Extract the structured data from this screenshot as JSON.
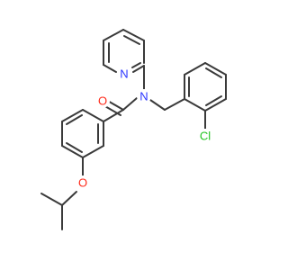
{
  "molecule": {
    "atoms": {
      "oxygen_carbonyl": {
        "label": "O",
        "color": "#ff2a1a"
      },
      "nitrogen_amide": {
        "label": "N",
        "color": "#2a35ff"
      },
      "nitrogen_pyridine": {
        "label": "N",
        "color": "#2a35ff"
      },
      "chlorine": {
        "label": "Cl",
        "color": "#22c422"
      },
      "oxygen_ether": {
        "label": "O",
        "color": "#ff2a1a"
      }
    },
    "bond_color": "#3a3a3a"
  }
}
